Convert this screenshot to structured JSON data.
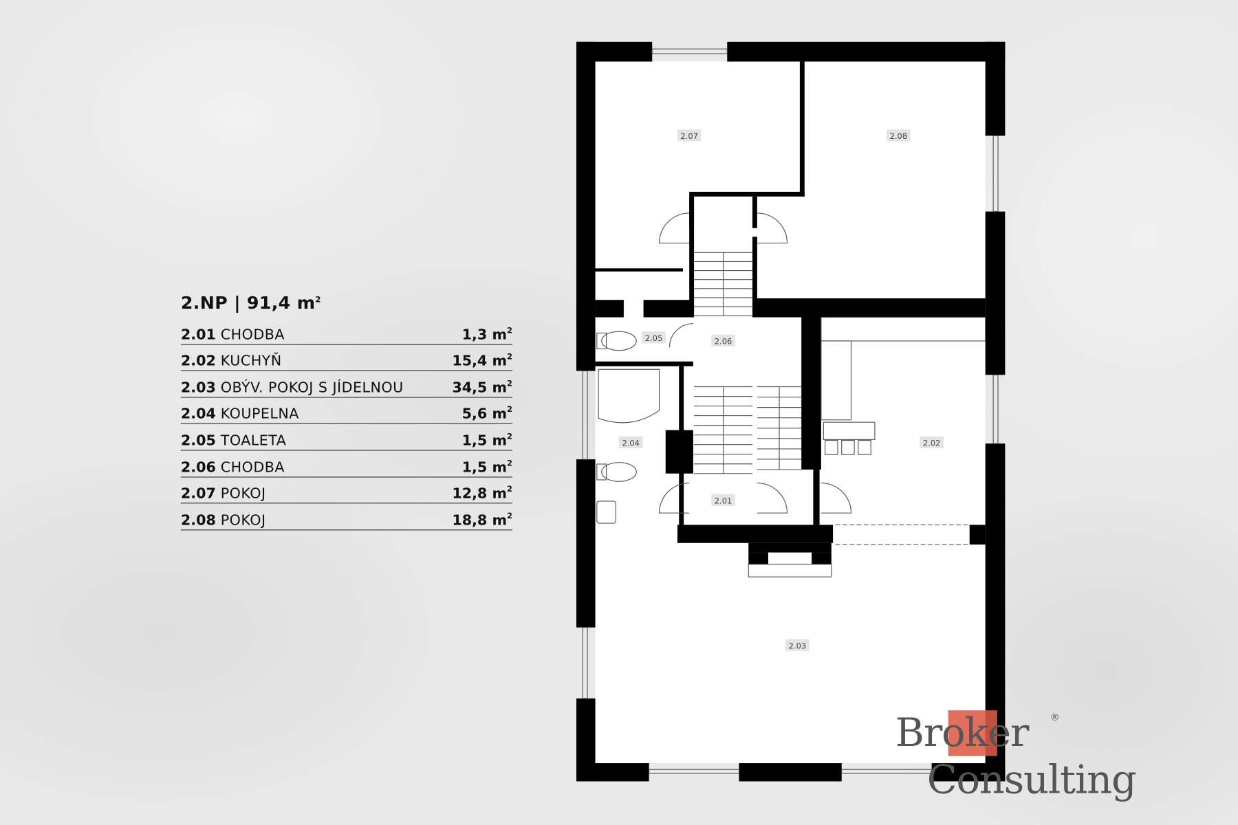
{
  "legend": {
    "title": "2.NP | 91,4 m",
    "title_sup": "2",
    "rooms": [
      {
        "code": "2.01",
        "name": "CHODBA",
        "area": "1,3 m"
      },
      {
        "code": "2.02",
        "name": "KUCHYŇ",
        "area": "15,4 m"
      },
      {
        "code": "2.03",
        "name": "OBÝV. POKOJ S JÍDELNOU",
        "area": "34,5 m"
      },
      {
        "code": "2.04",
        "name": "KOUPELNA",
        "area": "5,6 m"
      },
      {
        "code": "2.05",
        "name": "TOALETA",
        "area": "1,5 m"
      },
      {
        "code": "2.06",
        "name": "CHODBA",
        "area": "1,5 m"
      },
      {
        "code": "2.07",
        "name": "POKOJ",
        "area": "12,8 m"
      },
      {
        "code": "2.08",
        "name": "POKOJ",
        "area": "18,8 m"
      }
    ],
    "unit_sup": "2"
  },
  "plan_labels": [
    "2.07",
    "2.08",
    "2.05",
    "2.06",
    "2.04",
    "2.02",
    "2.01",
    "2.03"
  ],
  "logo": {
    "line1": "Broker",
    "line2": "Consulting",
    "mark": "®",
    "accent": "#de5a47"
  }
}
